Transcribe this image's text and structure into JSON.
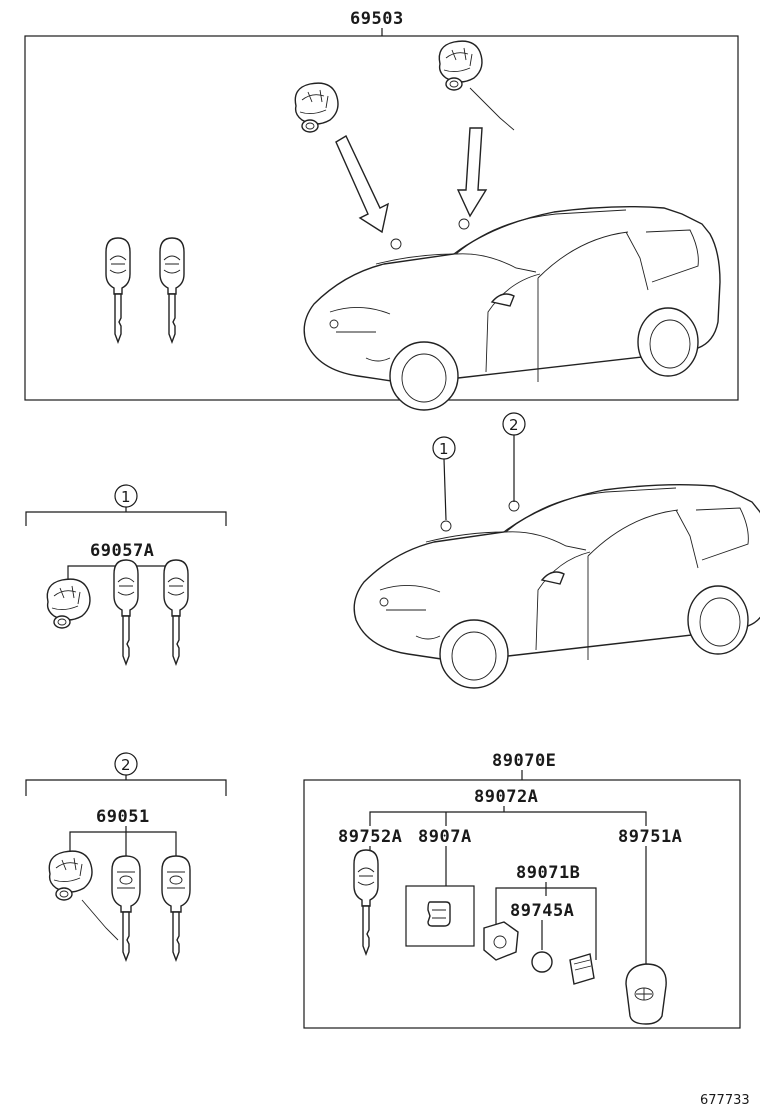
{
  "labels": {
    "p69503": "69503",
    "p69057A": "69057A",
    "p69051": "69051",
    "p89070E": "89070E",
    "p89072A": "89072A",
    "p89752A": "89752A",
    "p8907A": "8907A",
    "p89751A": "89751A",
    "p89071B": "89071B",
    "p89745A": "89745A",
    "ref1": "1",
    "ref2": "2",
    "figure_id": "677733"
  },
  "colors": {
    "line": "#1a1a1a",
    "background": "#ffffff"
  },
  "icons": [
    "key-icon",
    "lock-cylinder-icon",
    "remote-key-icon",
    "car-icon",
    "transponder-icon",
    "battery-icon"
  ]
}
